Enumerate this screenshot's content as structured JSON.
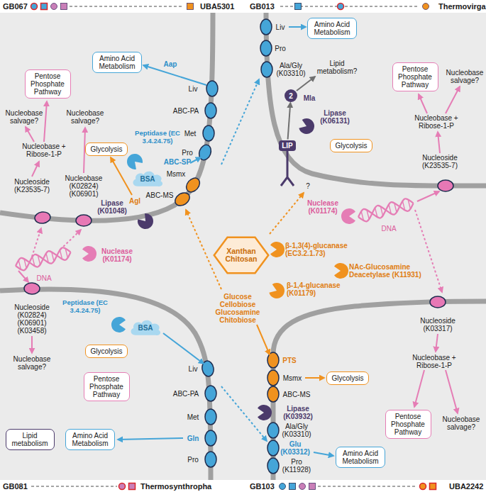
{
  "diagram": {
    "nodes": [
      {
        "text": [
          "Amino Acid Metabolism"
        ]
      },
      {
        "text": [
          "Pentose Phosphate Pathway"
        ]
      },
      {
        "text": [
          "Glycolysis"
        ]
      },
      {
        "text": [
          "BSA"
        ]
      },
      {
        "text": [
          "Amino Acid Metabolism"
        ]
      },
      {
        "text": [
          "2"
        ]
      },
      {
        "text": [
          "LIP"
        ]
      },
      {
        "text": [
          "Glycolysis"
        ]
      },
      {
        "text": [
          "Pentose Phosphate Pathway"
        ]
      },
      {
        "text": [
          "Xanthan Chitosan"
        ]
      },
      {
        "text": [
          "BSA"
        ]
      },
      {
        "text": [
          "Glycolysis"
        ]
      },
      {
        "text": [
          "Pentose Phosphate Pathway"
        ]
      },
      {
        "text": [
          "Lipid metabolism"
        ]
      },
      {
        "text": [
          "Amino Acid Metabolism"
        ]
      },
      {
        "text": [
          "Glycolysis"
        ]
      },
      {
        "text": [
          "Pentose Phosphate Pathway"
        ]
      },
      {
        "text": [
          "Amino Acid Metabolism"
        ]
      }
    ],
    "edges": [
      {
        "from": 6,
        "to": 5,
        "arrow": "to"
      }
    ],
    "labels": [
      "GB067",
      "UBA5301",
      "GB013",
      "Thermovirga",
      "Liv",
      "Aap",
      "ABC-PA",
      "Met",
      "Pro",
      "ABC-SP",
      "Peptidase (EC 3.4.24.75)",
      "Msmx",
      "ABC-MS",
      "Agl",
      "Lipase (K01048)",
      "Nucleobase salvage?",
      "Nucleobase salvage?",
      "Nucleobase + Ribose-1-P",
      "Nucleoside (K23535-7)",
      "Nucleobase (K02824) (K06901)",
      "Liv",
      "Pro",
      "Ala/Gly (K03310)",
      "Lipid metabolism?",
      "Mla",
      "Lipase (K06131)",
      "?",
      "Nucleobase salvage?",
      "Nucleobase + Ribose-1-P",
      "Nucleoside (K23535-7)",
      "DNA",
      "Nuclease (K01174)",
      "Nuclease (K01174)",
      "DNA",
      "β-1,3(4)-glucanase (EC3.2.1.73)",
      "β-1,4-glucanase (K01179)",
      "NAc-Glucosamine Deacetylase (K11931)",
      "Glucose Cellobiose Glucosamine Chitobiose",
      "Nucleoside (K02824) (K06901) (K03458)",
      "Nucleobase salvage?",
      "Peptidase (EC 3.4.24.75)",
      "Liv",
      "ABC-PA",
      "Met",
      "Gln",
      "Pro",
      "Nucleoside (K03317)",
      "Nucleobase + Ribose-1-P",
      "Nucleobase salvage?",
      "PTS",
      "Msmx",
      "ABC-MS",
      "Lipase (K03932)",
      "Ala/Gly (K03310)",
      "Glu (K03312)",
      "Pro (K11928)",
      "GB081",
      "Thermosynthropha",
      "GB103",
      "UBA2242"
    ]
  }
}
